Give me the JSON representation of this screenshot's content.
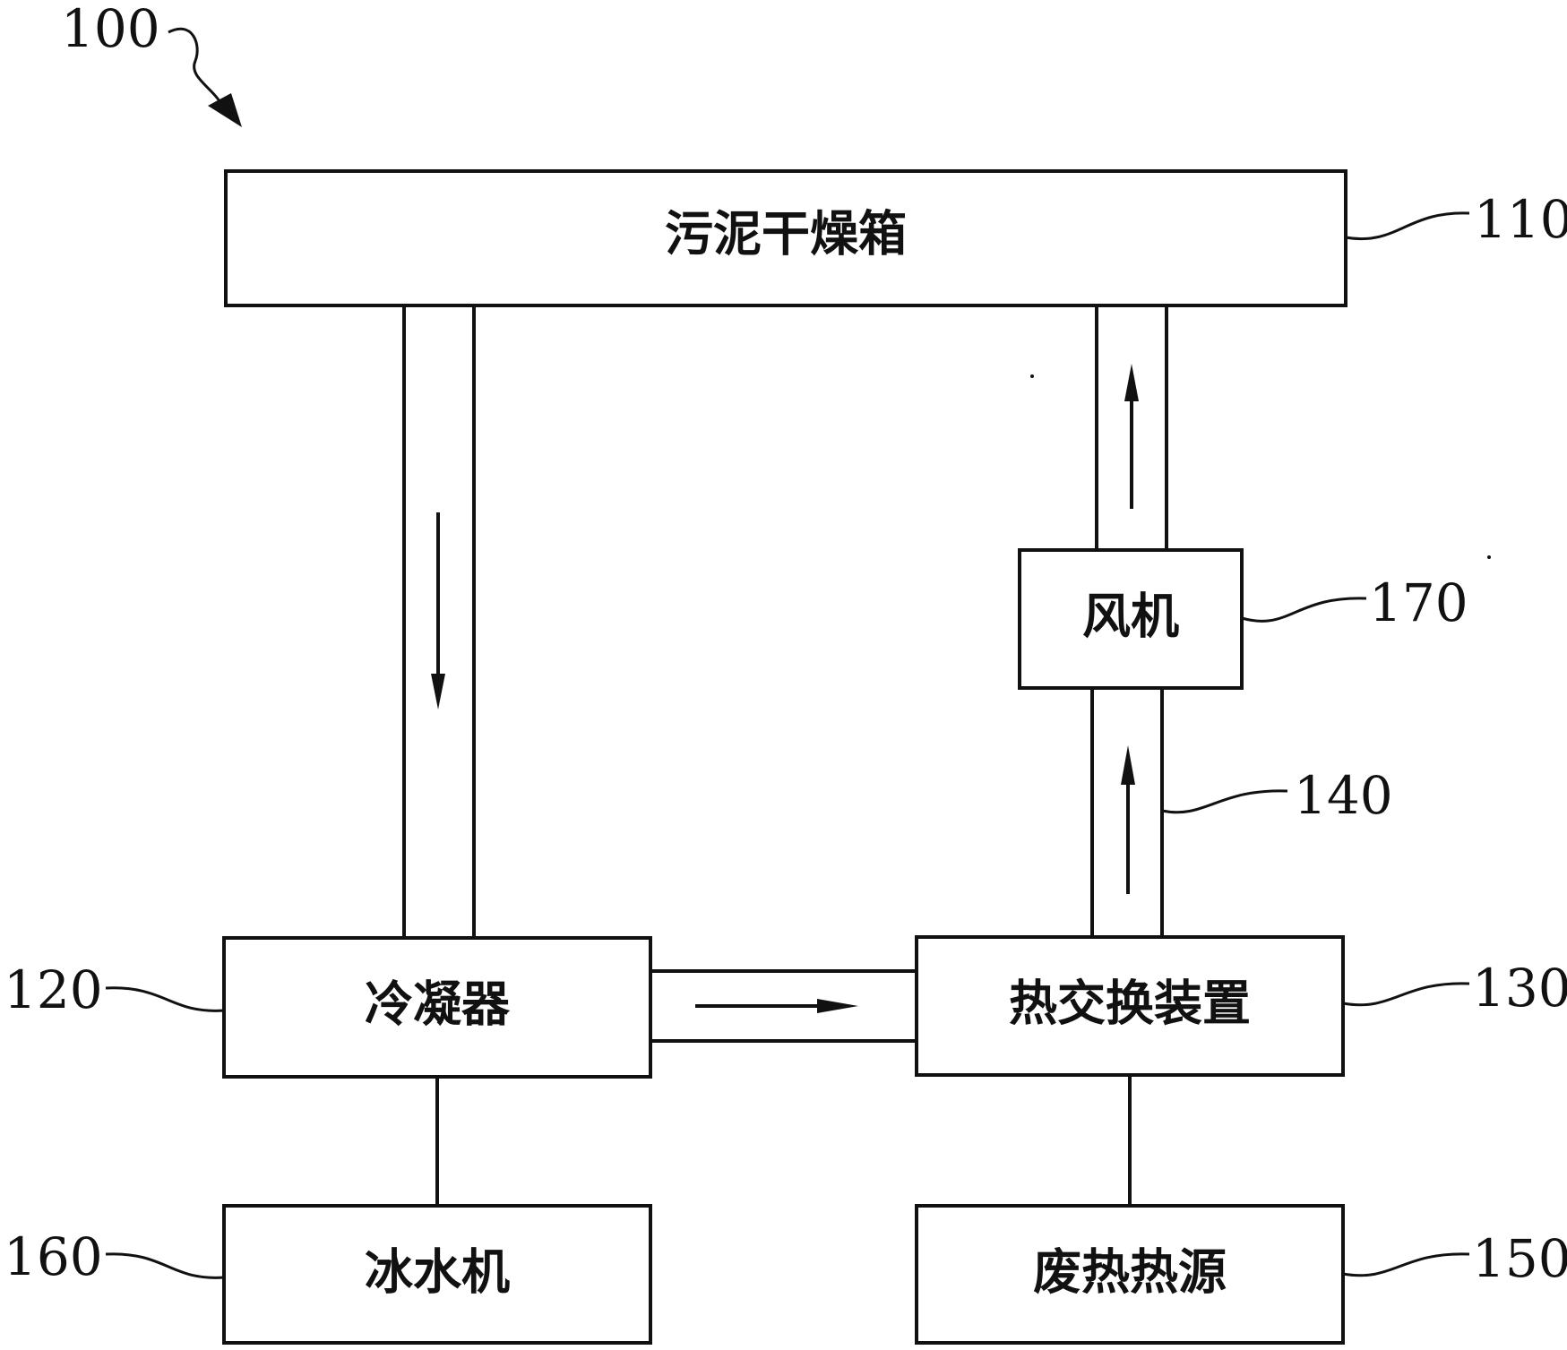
{
  "figure": {
    "number": "100"
  },
  "components": {
    "drying_box": {
      "label": "污泥干燥箱",
      "ref": "110"
    },
    "condenser": {
      "label": "冷凝器",
      "ref": "120"
    },
    "heat_exchanger": {
      "label": "热交换装置",
      "ref": "130"
    },
    "pipe": {
      "ref": "140"
    },
    "waste_heat_source": {
      "label": "废热热源",
      "ref": "150"
    },
    "chiller": {
      "label": "冰水机",
      "ref": "160"
    },
    "fan": {
      "label": "风机",
      "ref": "170"
    }
  }
}
